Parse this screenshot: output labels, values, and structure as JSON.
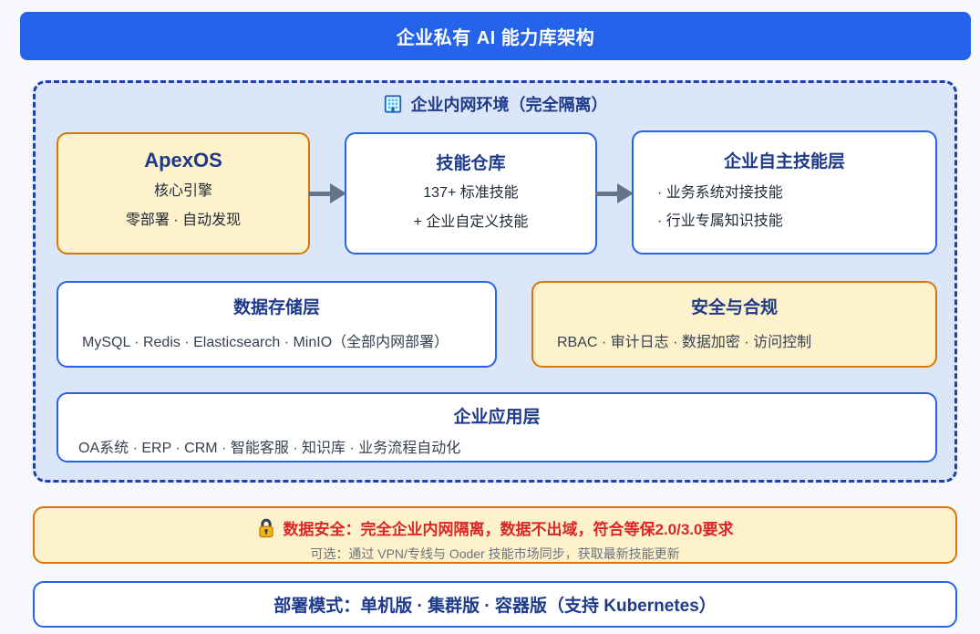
{
  "colors": {
    "primary_blue": "#2563eb",
    "navy_text": "#1e3a8a",
    "dashed_border_blue": "#1e40af",
    "panel_bg": "#dbe7f8",
    "yellow_bg": "#fdf2cb",
    "orange_border": "#d97706",
    "red_text": "#dc2626",
    "gray_text": "#6b7280",
    "arrow_gray": "#64748b"
  },
  "title_banner": {
    "text": "企业私有 AI 能力库架构"
  },
  "intranet_panel": {
    "header": {
      "icon": "office-building-icon",
      "text": "企业内网环境（完全隔离）"
    },
    "apexos_box": {
      "title": "ApexOS",
      "line1": "核心引擎",
      "line2": "零部署 · 自动发现"
    },
    "skill_repo_box": {
      "title": "技能仓库",
      "line1": "137+ 标准技能",
      "line2": "+ 企业自定义技能"
    },
    "enterprise_skill_box": {
      "title": "企业自主技能层",
      "bullet1": "· 业务系统对接技能",
      "bullet2": "· 行业专属知识技能"
    },
    "data_storage_box": {
      "title": "数据存储层",
      "body": "MySQL · Redis · Elasticsearch · MinIO（全部内网部署）"
    },
    "security_box": {
      "title": "安全与合规",
      "body": "RBAC · 审计日志 · 数据加密 · 访问控制"
    },
    "app_layer_box": {
      "title": "企业应用层",
      "body": "OA系统 · ERP · CRM · 智能客服 · 知识库 · 业务流程自动化"
    }
  },
  "security_banner": {
    "icon": "lock-icon",
    "main_text": "数据安全：完全企业内网隔离，数据不出域，符合等保2.0/3.0要求",
    "sub_text": "可选：通过 VPN/专线与 Ooder 技能市场同步，获取最新技能更新"
  },
  "deployment_banner": {
    "text": "部署模式：单机版 · 集群版 · 容器版（支持 Kubernetes）"
  }
}
